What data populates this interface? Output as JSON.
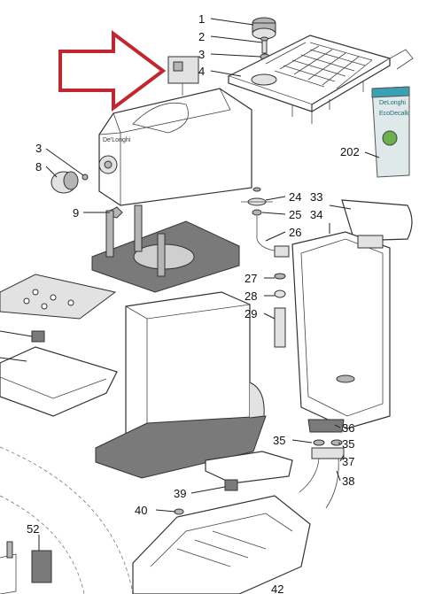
{
  "labels": {
    "p1": "1",
    "p2": "2",
    "p3a": "3",
    "p4": "4",
    "p3b": "3",
    "p8": "8",
    "p9": "9",
    "p202": "202",
    "p24": "24",
    "p25": "25",
    "p26": "26",
    "p33": "33",
    "p34": "34",
    "p27": "27",
    "p28": "28",
    "p29": "29",
    "p36": "36",
    "p35a": "35",
    "p35b": "35",
    "p37": "37",
    "p38": "38",
    "p39": "39",
    "p40": "40",
    "p52": "52",
    "p42": "42"
  },
  "product_box": {
    "brand": "DeLonghi",
    "name": "EcoDecalk"
  },
  "panel_logo": "De'Longhi",
  "colors": {
    "arrow": "#c0282d",
    "box_teal": "#2aa4b8",
    "box_green": "#6ab04c"
  }
}
